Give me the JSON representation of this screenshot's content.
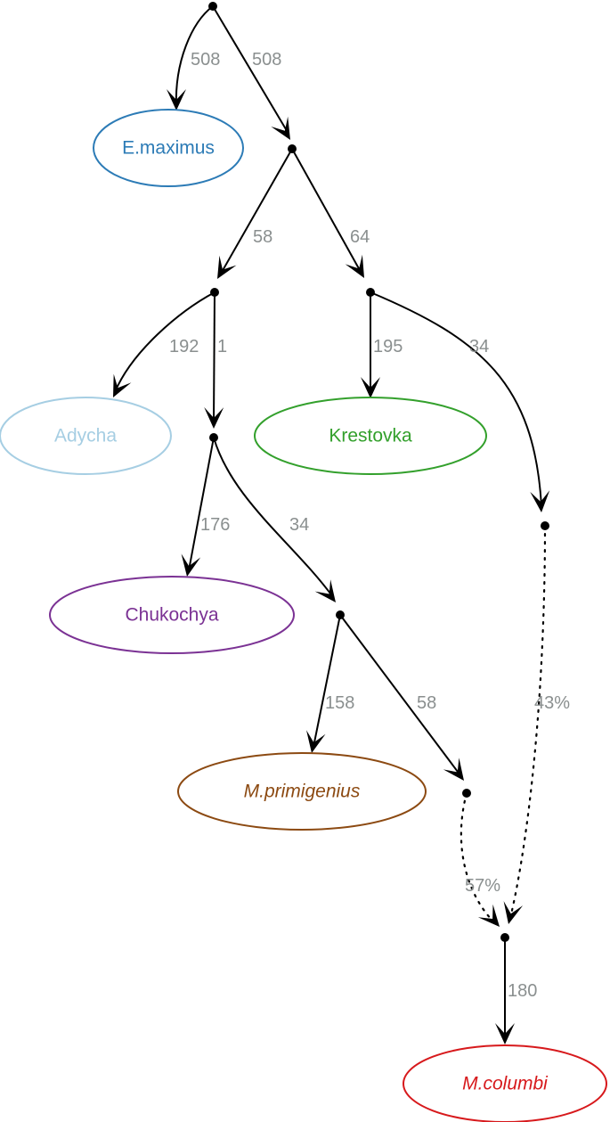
{
  "colors": {
    "edge": "#000000",
    "edge_label": "#8a8f8f"
  },
  "leaves": [
    {
      "id": "emaximus",
      "label": "E.maximus",
      "color": "#2c7bb6",
      "italic": false
    },
    {
      "id": "adycha",
      "label": "Adycha",
      "color": "#a6cee3",
      "italic": false
    },
    {
      "id": "krestovka",
      "label": "Krestovka",
      "color": "#33a02c",
      "italic": false
    },
    {
      "id": "chukochya",
      "label": "Chukochya",
      "color": "#7b3294",
      "italic": false
    },
    {
      "id": "mprimigenius",
      "label": "M.primigenius",
      "color": "#8c4a12",
      "italic": true
    },
    {
      "id": "mcolumbi",
      "label": "M.columbi",
      "color": "#d7191c",
      "italic": true
    }
  ],
  "edges": [
    {
      "id": "root-emaximus",
      "label": "508",
      "style": "solid"
    },
    {
      "id": "root-n1",
      "label": "508",
      "style": "solid"
    },
    {
      "id": "n1-n2",
      "label": "58",
      "style": "solid"
    },
    {
      "id": "n1-n3",
      "label": "64",
      "style": "solid"
    },
    {
      "id": "n2-adycha",
      "label": "192",
      "style": "solid"
    },
    {
      "id": "n2-n4",
      "label": "1",
      "style": "solid"
    },
    {
      "id": "n3-krestovka",
      "label": "195",
      "style": "solid"
    },
    {
      "id": "n3-n8",
      "label": "34",
      "style": "solid"
    },
    {
      "id": "n4-chukochya",
      "label": "176",
      "style": "solid"
    },
    {
      "id": "n4-n5",
      "label": "34",
      "style": "solid"
    },
    {
      "id": "n5-mprimigenius",
      "label": "158",
      "style": "solid"
    },
    {
      "id": "n5-n6",
      "label": "58",
      "style": "solid"
    },
    {
      "id": "n8-admix",
      "label": "43%",
      "style": "dotted"
    },
    {
      "id": "n6-admix",
      "label": "57%",
      "style": "dotted"
    },
    {
      "id": "admix-mcolumbi",
      "label": "180",
      "style": "solid"
    }
  ]
}
